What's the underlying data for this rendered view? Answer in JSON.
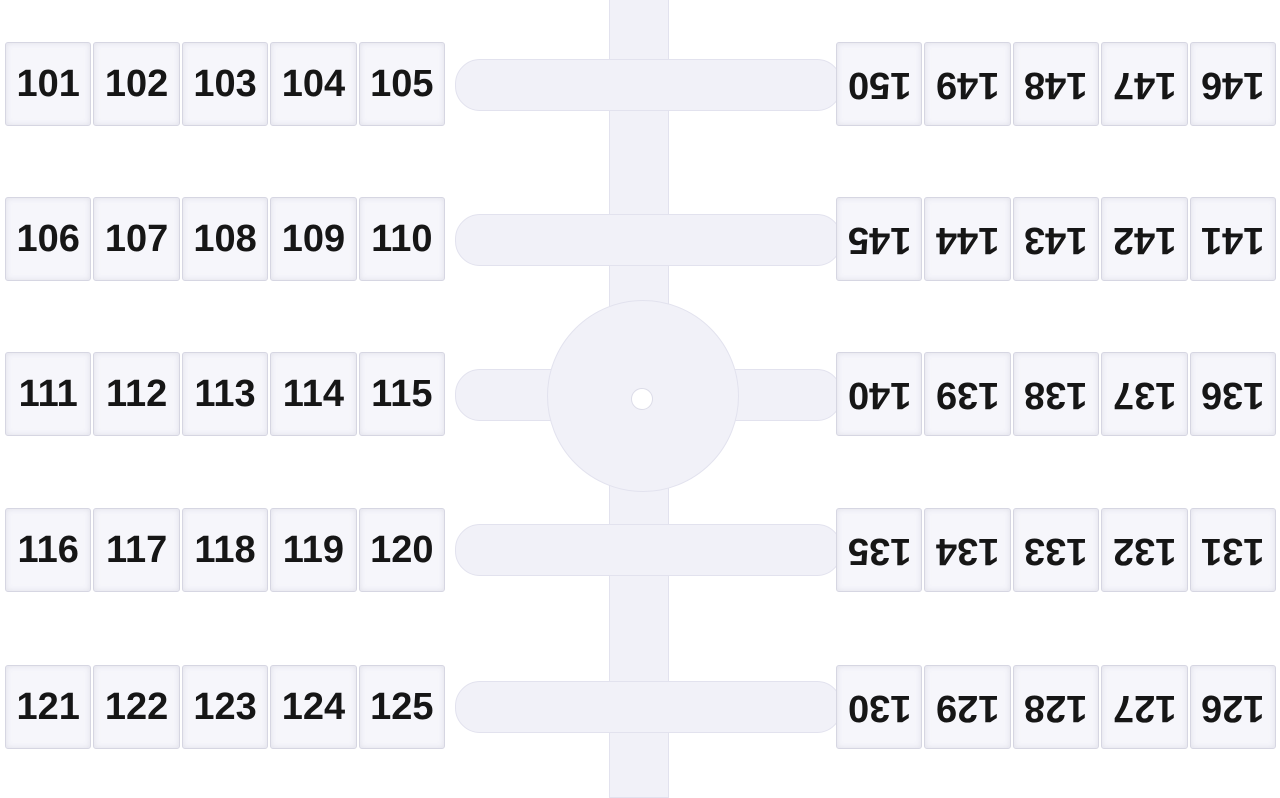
{
  "left_rows": [
    [
      "101",
      "102",
      "103",
      "104",
      "105"
    ],
    [
      "106",
      "107",
      "108",
      "109",
      "110"
    ],
    [
      "111",
      "112",
      "113",
      "114",
      "115"
    ],
    [
      "116",
      "117",
      "118",
      "119",
      "120"
    ],
    [
      "121",
      "122",
      "123",
      "124",
      "125"
    ]
  ],
  "right_rows": [
    [
      "150",
      "149",
      "148",
      "147",
      "146"
    ],
    [
      "145",
      "144",
      "143",
      "142",
      "141"
    ],
    [
      "140",
      "139",
      "138",
      "137",
      "136"
    ],
    [
      "135",
      "134",
      "133",
      "132",
      "131"
    ],
    [
      "130",
      "129",
      "128",
      "127",
      "126"
    ]
  ]
}
